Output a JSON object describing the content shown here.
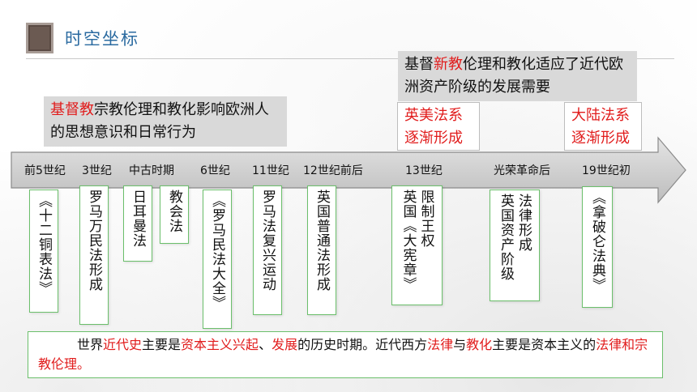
{
  "header": {
    "title": "时空坐标"
  },
  "callout_left": {
    "highlight": "基督教",
    "text": "宗教伦理和教化影响欧洲人的思想意识和日常行为"
  },
  "callout_right": {
    "part1": "基督",
    "highlight": "新教",
    "part2": "伦理和教化适应了近代欧洲资产阶级的发展需要"
  },
  "legal_systems": [
    {
      "text": "英美法系逐渐形成"
    },
    {
      "text": "大陆法系逐渐形成"
    }
  ],
  "timeline": {
    "eras": [
      "前5世纪",
      "3世纪",
      "中古时期",
      "6世纪",
      "11世纪",
      "12世纪前后",
      "13世纪",
      "光荣革命后",
      "19世纪初"
    ]
  },
  "events": [
    {
      "text": "《十二铜表法》"
    },
    {
      "text": "罗马万民法形成"
    },
    {
      "text": "日耳曼法"
    },
    {
      "text": "教会法"
    },
    {
      "text": "《罗马民法大全》"
    },
    {
      "text": "罗马法复兴运动"
    },
    {
      "text": "英国普通法形成"
    },
    {
      "col1": "英国《大宪章》",
      "col2": "限制王权"
    },
    {
      "col1": "英国资产阶级",
      "col2": "法律形成"
    },
    {
      "text": "《拿破仑法典》"
    }
  ],
  "summary": {
    "s1": "世界",
    "s2": "近代史",
    "s3": "主要是",
    "s4": "资本主义兴起",
    "s5": "、",
    "s6": "发展",
    "s7": "的历史时期。近代西方",
    "s8": "法律",
    "s9": "与",
    "s10": "教化",
    "s11": "主要是资本主义的",
    "s12": "法律和宗教伦理。"
  }
}
